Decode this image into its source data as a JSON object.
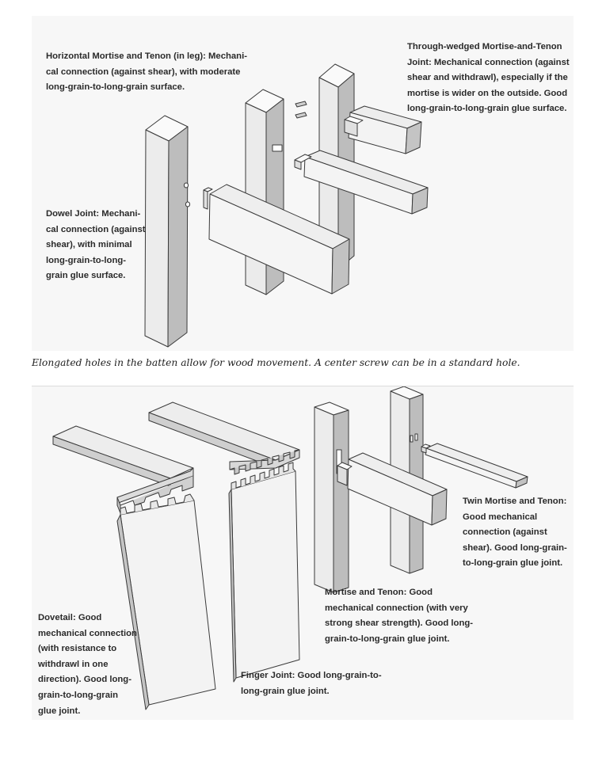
{
  "top_panel": {
    "labels": {
      "horizontal": [
        "Horizontal Mortise and Tenon (in leg): Mechani-",
        "cal connection (against shear), with moderate",
        "long-grain-to-long-grain surface."
      ],
      "through": [
        "Through-wedged Mortise-and-Tenon",
        "Joint: Mechanical connection (against",
        "shear and withdrawl), especially if the",
        "mortise is wider on the outside. Good",
        "long-grain-to-long-grain glue surface."
      ],
      "dowel": [
        "Dowel Joint: Mechani-",
        "cal connection (against",
        "shear), with minimal",
        "long-grain-to-long-",
        "grain glue surface."
      ]
    }
  },
  "caption": "Elongated holes in the batten allow for wood movement. A center screw can be in a standard hole.",
  "bottom_panel": {
    "labels": {
      "twin": [
        "Twin Mortise and Tenon:",
        "Good mechanical",
        "connection (against",
        "shear). Good long-grain-",
        "to-long-grain glue joint."
      ],
      "mortise": [
        "Mortise and Tenon: Good",
        "mechanical connection (with very",
        "strong shear strength). Good long-",
        "grain-to-long-grain glue joint."
      ],
      "dovetail": [
        "Dovetail: Good",
        "mechanical connection",
        "(with resistance to",
        "withdrawl in one",
        "direction). Good long-",
        "grain-to-long-grain",
        "glue joint."
      ],
      "finger": [
        "Finger Joint: Good long-grain-to-",
        "long-grain glue joint."
      ]
    }
  }
}
